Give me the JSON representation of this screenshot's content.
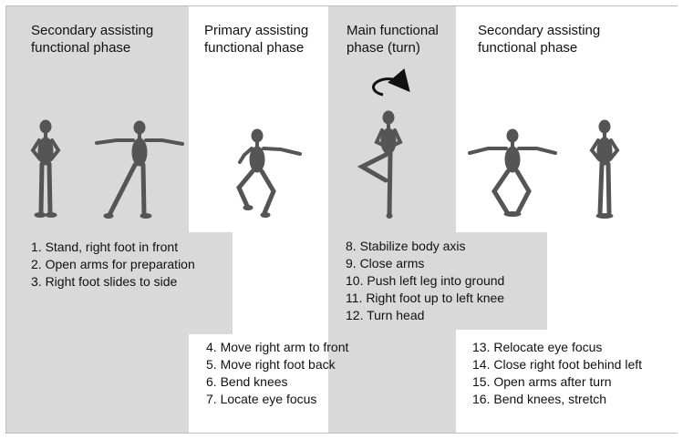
{
  "phases": [
    {
      "heading": "Secondary assisting\nfunctional phase",
      "steps": [
        "1. Stand, right foot in front",
        "2. Open arms for preparation",
        "3. Right foot slides to side"
      ]
    },
    {
      "heading": "Primary assisting\nfunctional phase",
      "steps": [
        "4. Move right arm to front",
        "5. Move right foot back",
        "6. Bend knees",
        "7. Locate eye focus"
      ]
    },
    {
      "heading": "Main functional\nphase (turn)",
      "steps": [
        "8. Stabilize body axis",
        "9. Close arms",
        "10. Push left leg into ground",
        "11. Right foot up to left knee",
        "12. Turn head"
      ]
    },
    {
      "heading": "Secondary assisting\nfunctional phase",
      "steps": [
        "13. Relocate eye focus",
        "14. Close right foot behind left",
        "15. Open arms after turn",
        "16. Bend knees, stretch"
      ]
    }
  ],
  "colors": {
    "gray_band": "#d9d9d9",
    "figure": "#555555",
    "background": "#ffffff"
  },
  "icons": [
    "mannequin-figure",
    "rotation-arrow-icon"
  ]
}
